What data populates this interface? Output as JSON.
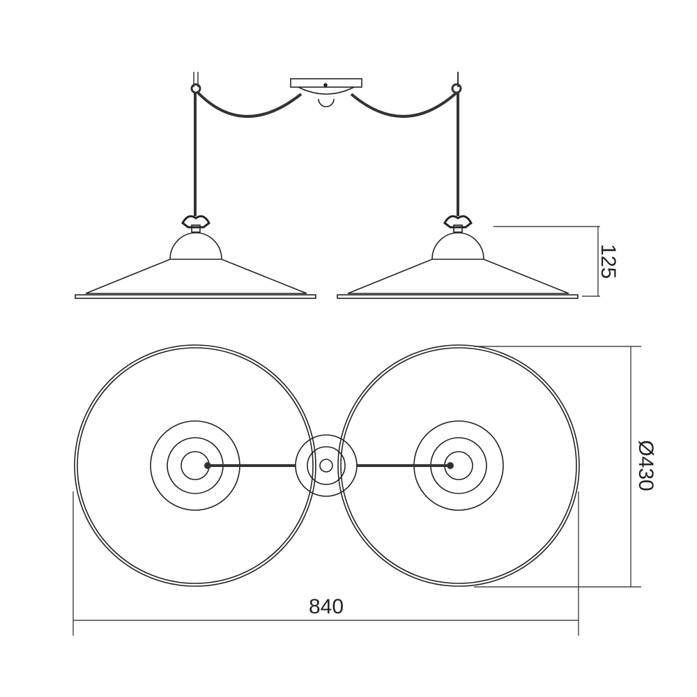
{
  "dimensions": {
    "height": "125",
    "diameter": "Ø430",
    "width": "840"
  },
  "colors": {
    "line": "#222222",
    "cord": "#333333"
  }
}
